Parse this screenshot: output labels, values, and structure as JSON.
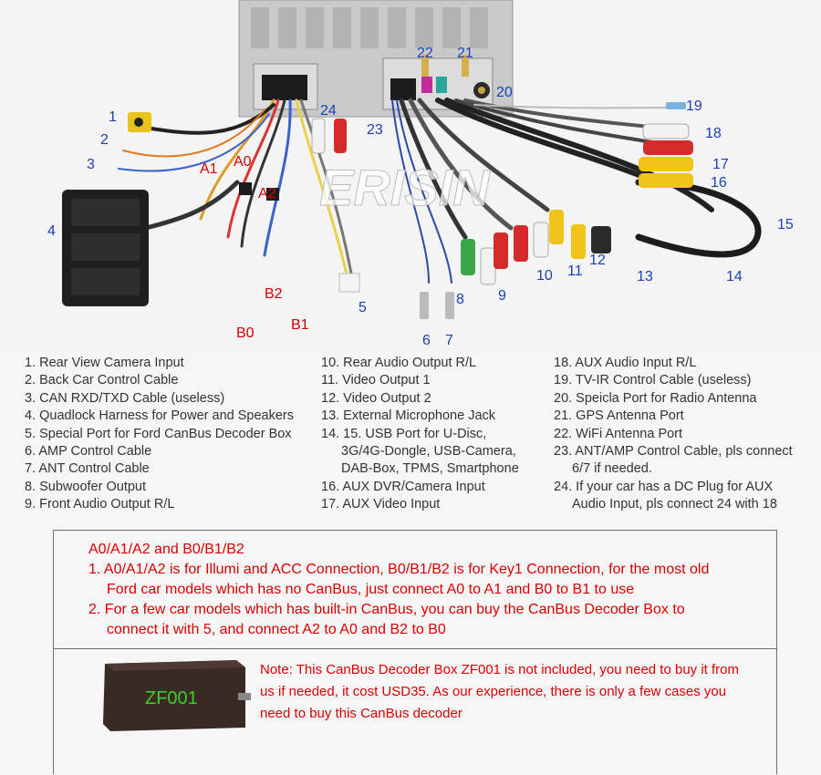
{
  "brand": "ERISIN",
  "callouts": {
    "c1": "1",
    "c2": "2",
    "c3": "3",
    "c4": "4",
    "c5": "5",
    "c6": "6",
    "c7": "7",
    "c8": "8",
    "c9": "9",
    "c10": "10",
    "c11": "11",
    "c12": "12",
    "c13": "13",
    "c14": "14",
    "c15": "15",
    "c16": "16",
    "c17": "17",
    "c18": "18",
    "c19": "19",
    "c20": "20",
    "c21": "21",
    "c22": "22",
    "c23": "23",
    "c24": "24",
    "a0": "A0",
    "a1": "A1",
    "a2": "A2",
    "b0": "B0",
    "b1": "B1",
    "b2": "B2"
  },
  "legend": {
    "col1": [
      "1. Rear View Camera Input",
      "2. Back Car Control Cable",
      "3. CAN RXD/TXD Cable (useless)",
      "4. Quadlock Harness for Power and Speakers",
      "5. Special Port for Ford CanBus Decoder Box",
      "6. AMP Control Cable",
      "7. ANT Control Cable",
      "8. Subwoofer Output",
      "9. Front Audio Output R/L"
    ],
    "col2": [
      "10. Rear Audio Output R/L",
      "11. Video Output 1",
      "12. Video Output 2",
      "13. External Microphone Jack",
      "14. 15. USB Port for U-Disc,",
      "3G/4G-Dongle, USB-Camera,",
      "DAB-Box, TPMS, Smartphone",
      "16. AUX DVR/Camera Input",
      "17. AUX Video Input"
    ],
    "col3": [
      "18. AUX Audio Input R/L",
      "19. TV-IR Control Cable (useless)",
      "20. Speicla Port for Radio Antenna",
      "21. GPS Antenna Port",
      "22. WiFi Antenna Port",
      "23. ANT/AMP Control Cable, pls connect",
      "6/7 if needed.",
      "24. If your car has a DC Plug for AUX",
      "Audio Input, pls connect 24 with 18"
    ]
  },
  "note": {
    "heading": "A0/A1/A2 and B0/B1/B2",
    "line1a": "1. A0/A1/A2 is for Illumi and ACC Connection, B0/B1/B2 is for Key1 Connection, for the most old",
    "line1b": "Ford car models which has no CanBus, just connect A0 to A1 and B0 to B1 to use",
    "line2a": "2. For a few car models which has built-in CanBus, you can buy the CanBus Decoder Box to",
    "line2b": "connect it with 5, and connect A2 to A0 and B2 to B0",
    "box_label": "ZF001",
    "box_note_1": "Note: This CanBus Decoder Box ZF001 is not included, you need to buy it from",
    "box_note_2": "us if needed, it cost USD35. As our experience, there is only a few cases you",
    "box_note_3": "need to buy this CanBus decoder"
  }
}
